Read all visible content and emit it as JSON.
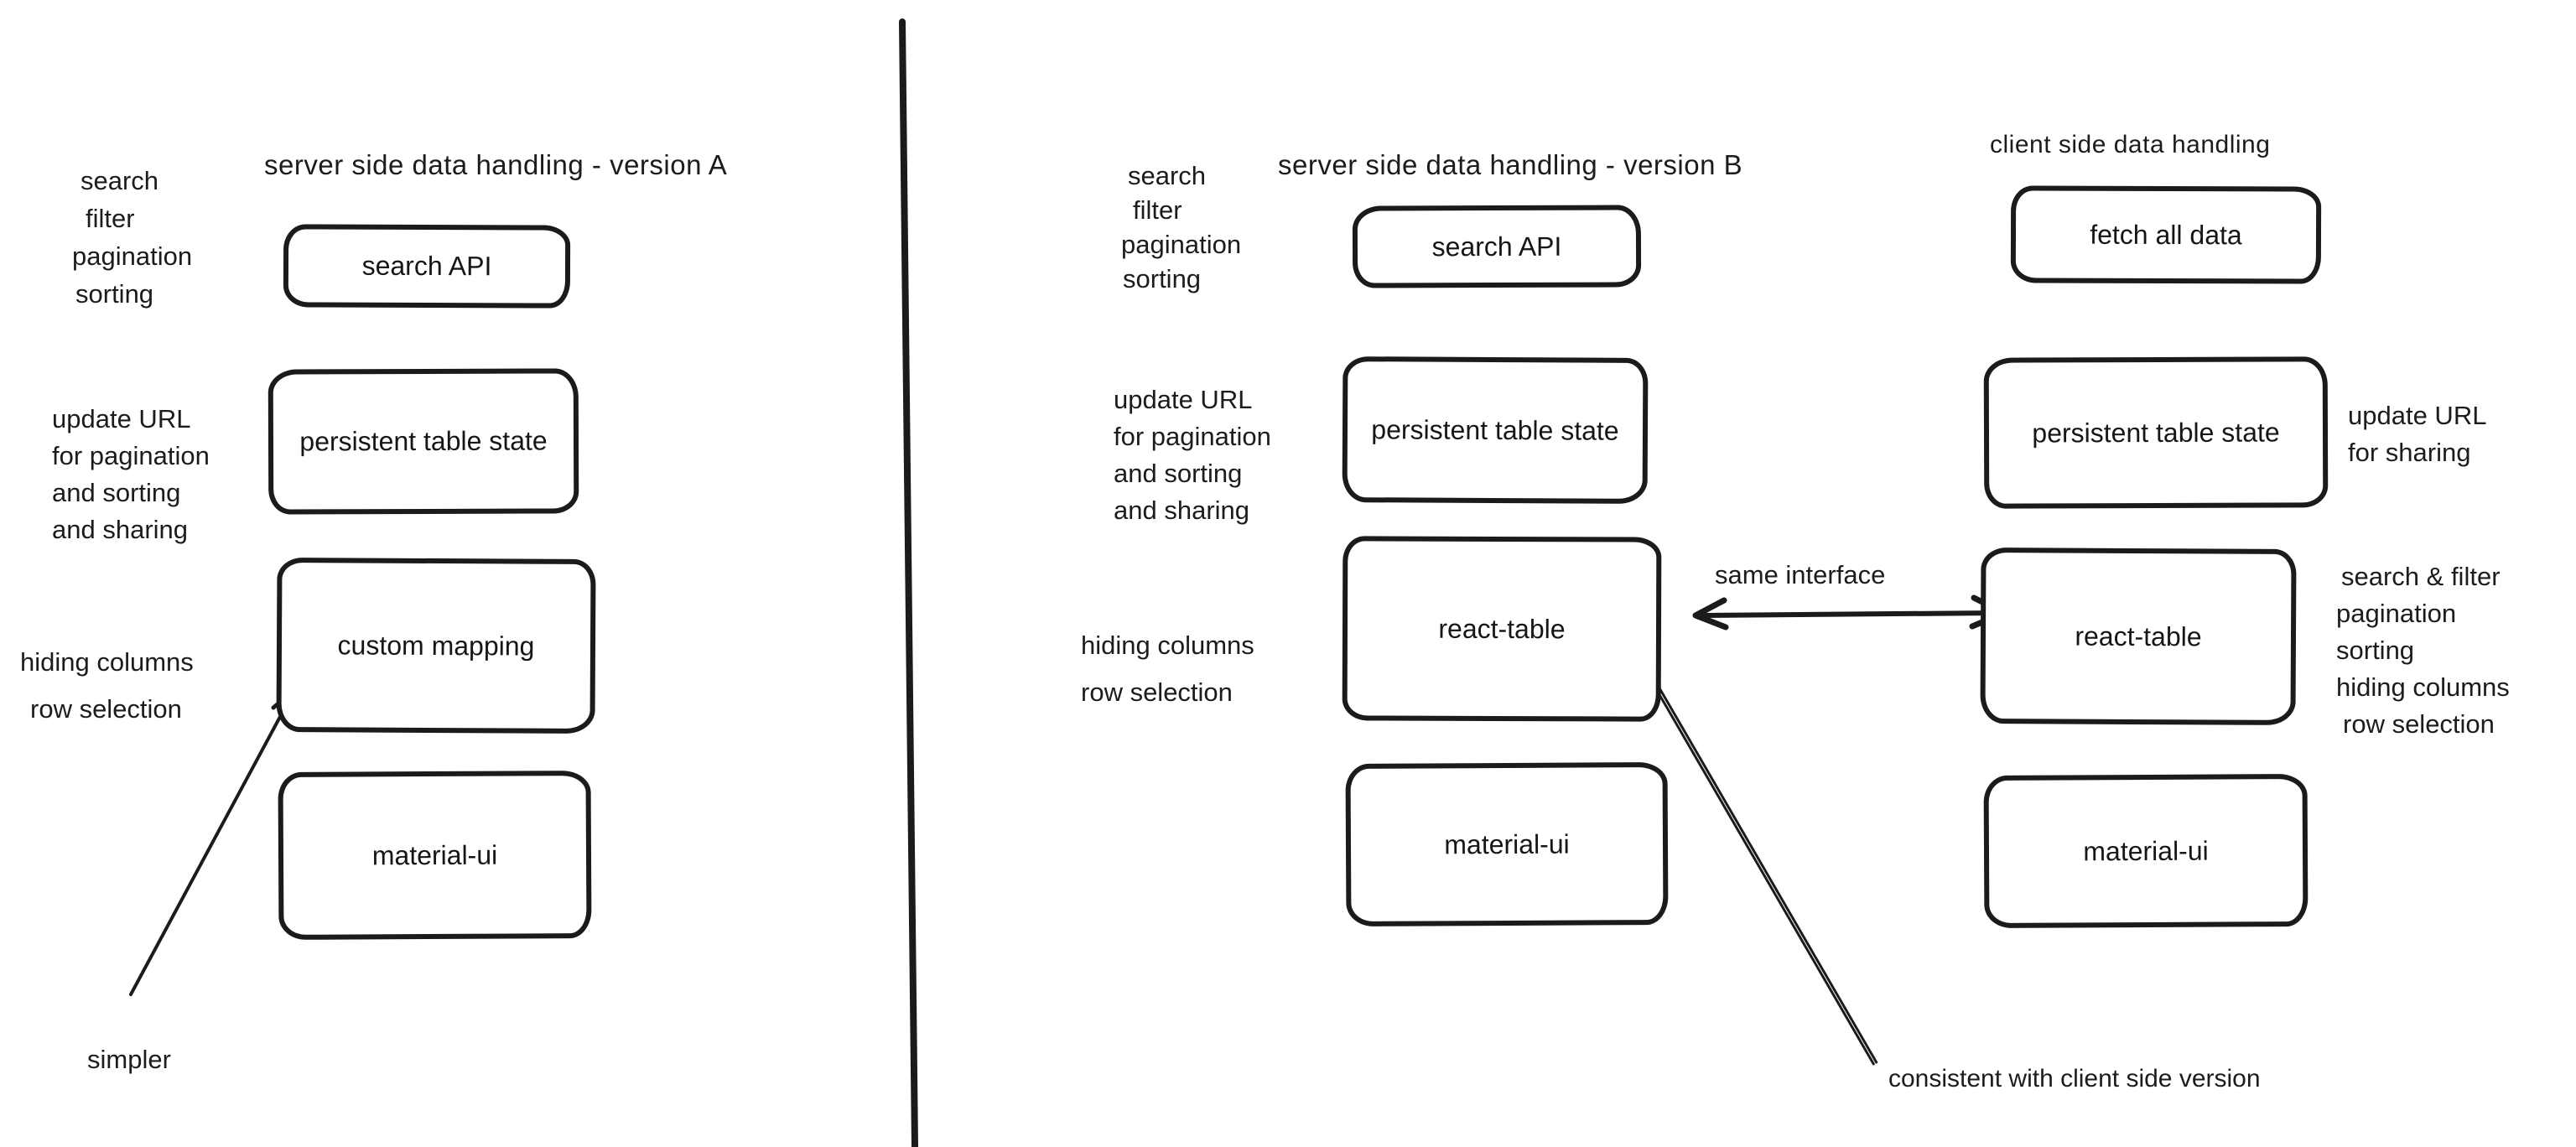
{
  "background": "#ffffff",
  "ink": "#1c1c1c",
  "columns": [
    {
      "title": "server side data handling - version A",
      "boxes": [
        {
          "label": "search API"
        },
        {
          "label": "persistent table state"
        },
        {
          "label": "custom mapping"
        },
        {
          "label": "material-ui"
        }
      ],
      "annotations": [
        {
          "lines": [
            "search",
            "filter",
            "pagination",
            "sorting"
          ]
        },
        {
          "lines": [
            "update URL",
            "for pagination",
            "and sorting",
            "and sharing"
          ]
        },
        {
          "lines": [
            "hiding columns",
            "row selection"
          ]
        },
        {
          "lines": [
            "simpler"
          ]
        }
      ]
    },
    {
      "title": "server side data handling - version B",
      "boxes": [
        {
          "label": "search API"
        },
        {
          "label": "persistent table state"
        },
        {
          "label": "react-table"
        },
        {
          "label": "material-ui"
        }
      ],
      "annotations": [
        {
          "lines": [
            "search",
            "filter",
            "pagination",
            "sorting"
          ]
        },
        {
          "lines": [
            "update URL",
            "for pagination",
            "and sorting",
            "and sharing"
          ]
        },
        {
          "lines": [
            "hiding columns",
            "row selection"
          ]
        }
      ]
    },
    {
      "title": "client side data handling",
      "boxes": [
        {
          "label": "fetch all data"
        },
        {
          "label": "persistent table state"
        },
        {
          "label": "react-table"
        },
        {
          "label": "material-ui"
        }
      ],
      "annotations": [
        {
          "lines": [
            "update URL",
            "for sharing"
          ]
        },
        {
          "lines": [
            "search & filter",
            "pagination",
            "sorting",
            "hiding columns",
            "row selection"
          ]
        }
      ]
    }
  ],
  "connectors": {
    "same_interface_label": "same interface",
    "consistent_label": "consistent with client side version"
  }
}
